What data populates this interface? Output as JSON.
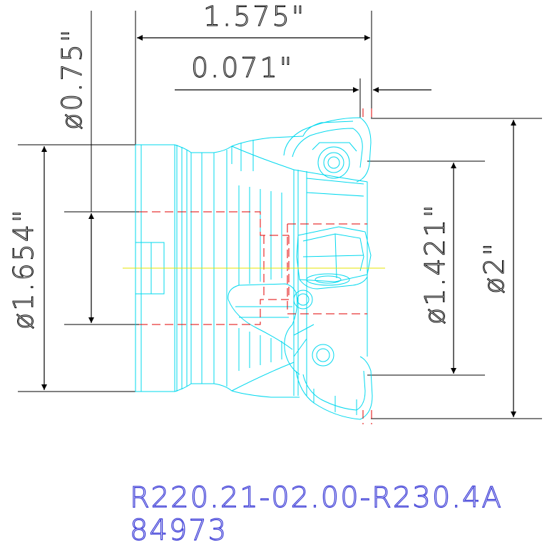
{
  "dimensions": {
    "overall_length": "1.575\"",
    "insert_offset": "0.071\"",
    "bore_diameter": "ø0.75\"",
    "body_diameter": "ø1.654\"",
    "pilot_diameter": "ø1.421\"",
    "cutting_diameter": "ø2\""
  },
  "part": {
    "number": "R220.21-02.00-R230.4A",
    "code": "84973"
  },
  "colors": {
    "outline": "#00d8ee",
    "hidden": "#e00000",
    "centerline": "#e6e600",
    "dimension": "#000000",
    "label": "#3b3bd6"
  }
}
